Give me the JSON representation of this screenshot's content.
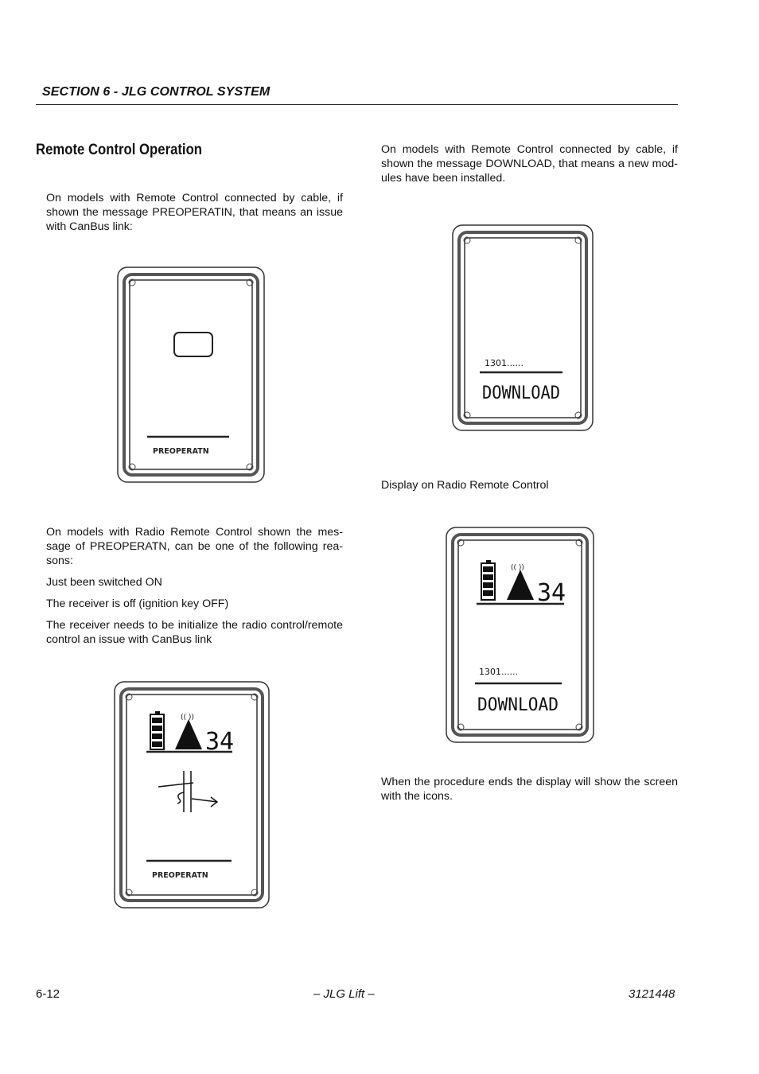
{
  "header": {
    "section_title": "SECTION 6 - JLG CONTROL SYSTEM"
  },
  "left": {
    "heading": "Remote Control Operation",
    "para1": "On models with Remote Control connected by cable, if shown the message PREOPERATIN, that means an issue with CanBus link:",
    "para2": "On models with Radio Remote Control shown the mes-sage of PREOPERATN, can be one of the following rea-sons:",
    "reason1": "Just been switched ON",
    "reason2": "The receiver is off (ignition key OFF)",
    "reason3": "The receiver needs to be initialize the radio control/remote control an issue with CanBus link"
  },
  "right": {
    "para1": "On models with Remote Control connected by cable, if shown the message DOWNLOAD, that means a new mod-ules have been installed.",
    "caption": "Display on Radio Remote Control",
    "para2": "When the procedure ends the display will show the screen with the icons."
  },
  "displays": {
    "cable_preop": {
      "message": "PREOPERATN"
    },
    "radio_preop": {
      "signal": "34",
      "message": "PREOPERATN"
    },
    "cable_download": {
      "code": "1301......",
      "message": "DOWNLOAD"
    },
    "radio_download": {
      "signal": "34",
      "code": "1301......",
      "message": "DOWNLOAD"
    }
  },
  "footer": {
    "page_number": "6-12",
    "brand": "– JLG Lift –",
    "doc_number": "3121448"
  }
}
